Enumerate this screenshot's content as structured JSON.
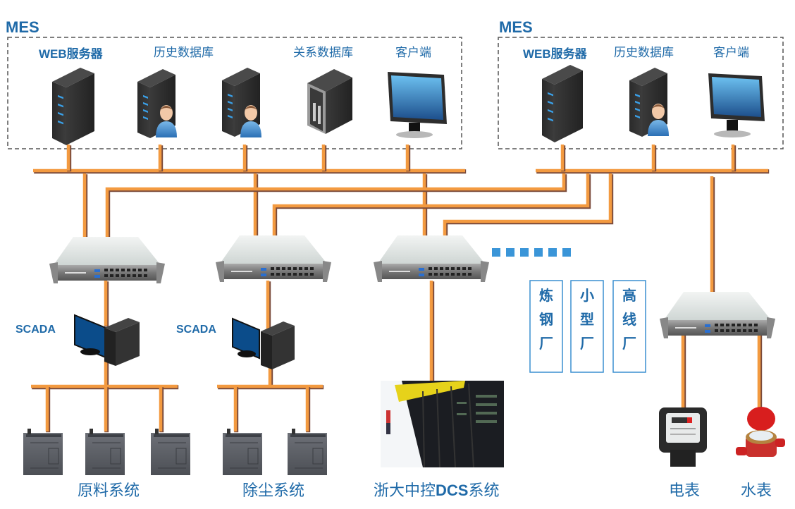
{
  "colors": {
    "label_blue": "#1f6aa8",
    "cable_orange": "#f39a40",
    "cable_shadow": "#7a4a3a",
    "dashed_border": "#555555",
    "plant_box_border": "#3a8fd0",
    "dots_blue": "#3a95d8"
  },
  "mes_left": {
    "title": "MES",
    "nodes": [
      {
        "label_prefix": "WEB",
        "label": "服务器",
        "icon": "server-tower-icon"
      },
      {
        "label": "历史数据库",
        "icon": "database-server-user-icon"
      },
      {
        "label": "",
        "icon": "database-server-user-icon"
      },
      {
        "label": "关系数据库",
        "icon": "pc-tower-icon"
      },
      {
        "label": "客户端",
        "icon": "monitor-icon"
      }
    ]
  },
  "mes_right": {
    "title": "MES",
    "nodes": [
      {
        "label_prefix": "WEB",
        "label": "服务器",
        "icon": "server-tower-icon"
      },
      {
        "label": "历史数据库",
        "icon": "database-server-user-icon"
      },
      {
        "label": "客户端",
        "icon": "monitor-icon"
      }
    ]
  },
  "switches": [
    {
      "name": "switch-raw-material",
      "icon": "network-switch-icon"
    },
    {
      "name": "switch-dust",
      "icon": "network-switch-icon"
    },
    {
      "name": "switch-dcs",
      "icon": "network-switch-icon"
    },
    {
      "name": "switch-meters",
      "icon": "network-switch-icon"
    }
  ],
  "scada": [
    {
      "label": "SCADA",
      "icon": "scada-workstation-icon"
    },
    {
      "label": "SCADA",
      "icon": "scada-workstation-icon"
    }
  ],
  "ellipsis_dots": 6,
  "plants": [
    {
      "chars": [
        "炼",
        "钢",
        "厂"
      ]
    },
    {
      "chars": [
        "小",
        "型",
        "厂"
      ]
    },
    {
      "chars": [
        "高",
        "线",
        "厂"
      ]
    }
  ],
  "subsystems": {
    "raw_material": {
      "label": "原料系统",
      "plc_count": 3
    },
    "dust_removal": {
      "label": "除尘系统",
      "plc_count": 2
    },
    "dcs": {
      "label_prefix": "浙大中控",
      "label_bold": "DCS",
      "label_suffix": "系统"
    },
    "electric_meter": {
      "label": "电表"
    },
    "water_meter": {
      "label": "水表"
    }
  }
}
